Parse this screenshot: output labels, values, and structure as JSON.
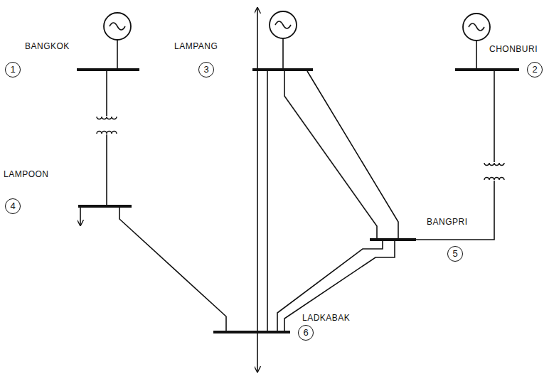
{
  "diagram": {
    "nodes": [
      {
        "text": [
          "BANGKOK",
          "1"
        ]
      },
      {
        "text": [
          "LAMPANG",
          "3"
        ]
      },
      {
        "text": [
          "CHONBURI",
          "2"
        ]
      },
      {
        "text": [
          "LAMPOON",
          "4"
        ]
      },
      {
        "text": [
          "BANGPRI",
          "5"
        ]
      },
      {
        "text": [
          "LADKABAK",
          "6"
        ]
      }
    ],
    "edges": [
      {
        "from": 0,
        "to": 3,
        "arrow": "none"
      },
      {
        "from": 2,
        "to": 4,
        "arrow": "none"
      },
      {
        "from": 1,
        "to": 5,
        "arrow": "none"
      },
      {
        "from": 1,
        "to": 5,
        "arrow": "none"
      },
      {
        "from": 1,
        "to": 4,
        "arrow": "none"
      },
      {
        "from": 1,
        "to": 4,
        "arrow": "none"
      },
      {
        "from": 3,
        "to": 5,
        "arrow": "none"
      },
      {
        "from": 4,
        "to": 5,
        "arrow": "none"
      },
      {
        "from": 4,
        "to": 5,
        "arrow": "none"
      }
    ]
  }
}
